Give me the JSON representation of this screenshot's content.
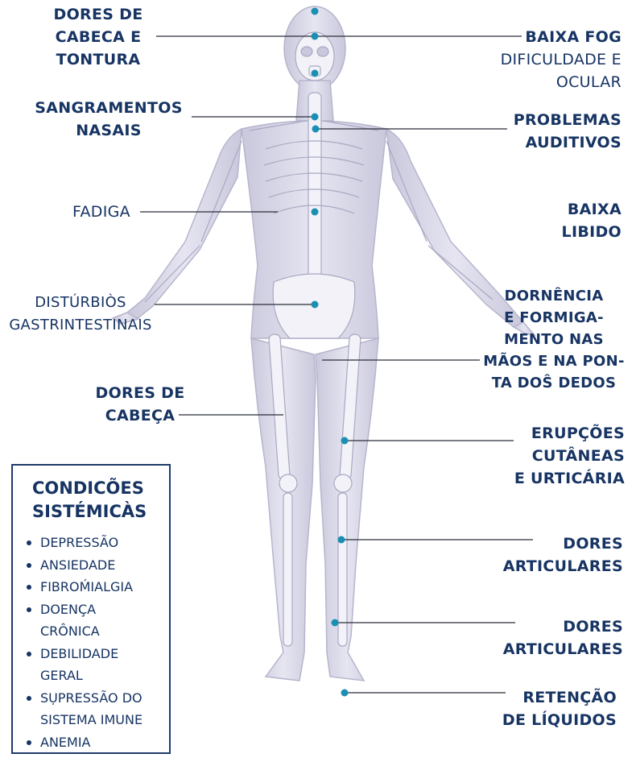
{
  "labels": {
    "dores_cabeca_tontura": "DORES DE\nCABECA E\nTONTURA",
    "baixa_fog": "BAIXA FOG",
    "dificuldade_ocular": "DIFICULDADE E\nOCULAR",
    "sangramentos": "SANGRAMENTOS\nNASAIS",
    "problemas_auditivos": "PROBLEMAS\nAUDITIVOS",
    "fadiga": "FADIGA",
    "baixa_libido": "BAIXA\nLIBIDO",
    "disturbios": "DISTÚRBIÒS\nGASTRINTESTINAIS",
    "dormencia": "DORNÊNCIA\nE FORMIGA-\nMENTO NAS\nMÃOS E NA PON-\nTA DOŜ DEDOS",
    "dores_cabeca": "DORES DE\nCABEÇA",
    "erupcoes": "ERUPÇÕES\nCUTÂNEAS\nE URTICÁRIA",
    "dores_articulares_1": "DORES\nARTICULARES",
    "dores_articulares_2": "DORES\nARTICULARES",
    "retencao": "RETENÇÃO\nDE LÍQUIDOS"
  },
  "box": {
    "title": "CONDICÕES\nSISTÉMICÀS",
    "items": [
      "DEPRESSÃO",
      "ANSIEDADE",
      "FIBROḾIALGIA",
      "DOENÇA\nCRÔNICA",
      "DEBILIDADE\nGERAL",
      "SỤPRESSÃO DO\nSISTEMA IMUNE",
      "ANEMIA"
    ]
  },
  "colors": {
    "text": "#173463",
    "marker": "#1a8fb3",
    "leader": "#2a2f3a",
    "body_fill": "#dcdbea",
    "bone_fill": "#f0f0f7"
  }
}
